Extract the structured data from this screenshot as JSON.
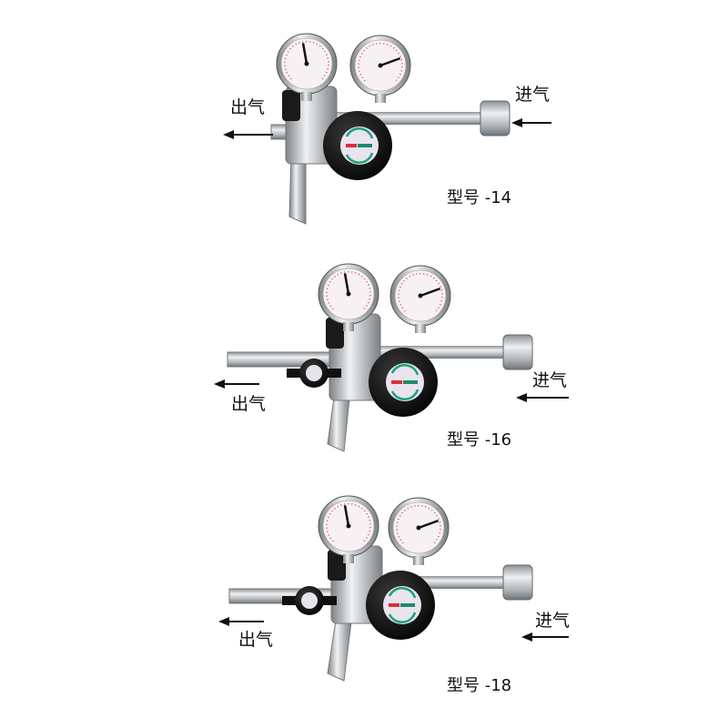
{
  "figures": [
    {
      "model": "型号 -14",
      "outlet": "出气",
      "inlet": "进气"
    },
    {
      "model": "型号 -16",
      "outlet": "出气",
      "inlet": "进气"
    },
    {
      "model": "型号 -18",
      "outlet": "出气",
      "inlet": "进气"
    }
  ],
  "colors": {
    "knob": "#111111",
    "accent_ring": "#1aa37a",
    "metal": "#b8bcc0",
    "gauge_face": "#f7f1f3"
  }
}
